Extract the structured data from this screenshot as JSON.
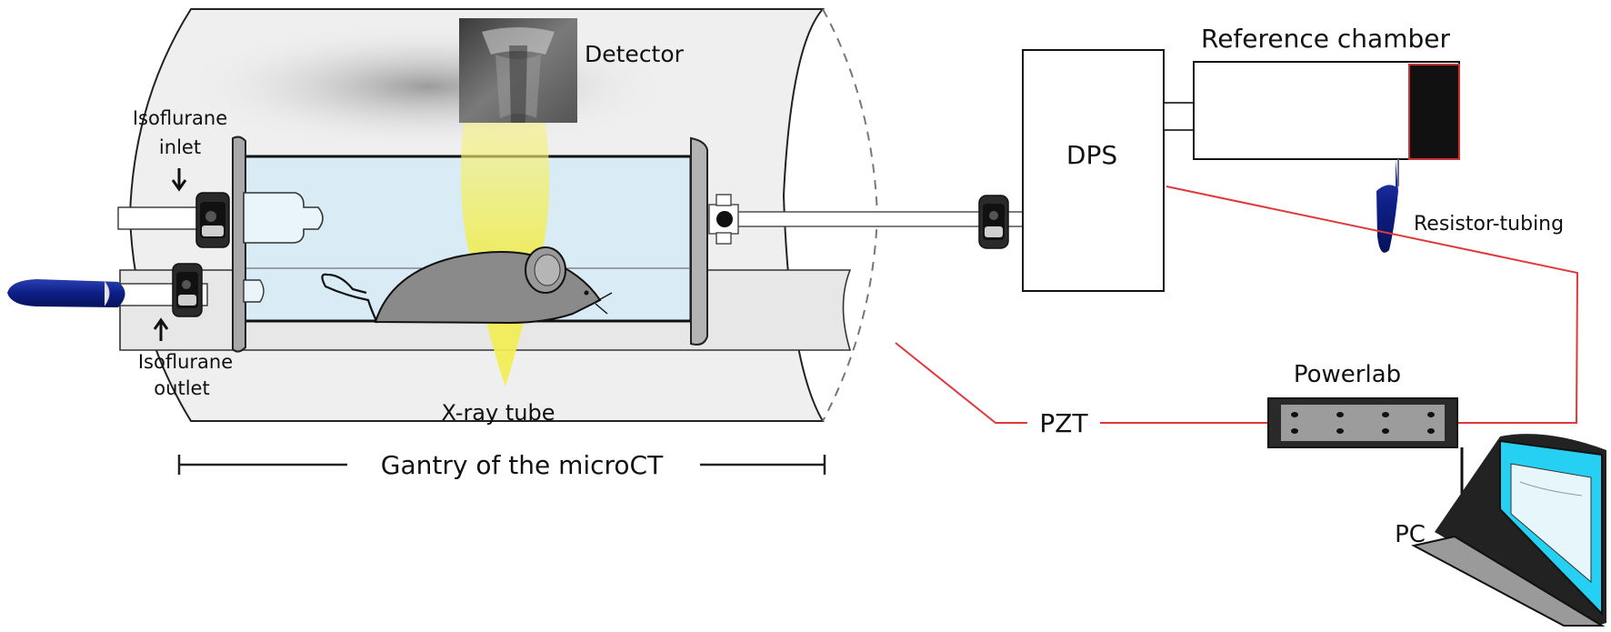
{
  "labels": {
    "detector": "Detector",
    "isoflurane_inlet_line1": "Isoflurane",
    "isoflurane_inlet_line2": "inlet",
    "isoflurane_outlet_line1": "Isoflurane",
    "isoflurane_outlet_line2": "outlet",
    "xray_tube": "X-ray tube",
    "gantry": "Gantry of the microCT",
    "dps": "DPS",
    "reference_chamber": "Reference chamber",
    "resistor_tubing": "Resistor-tubing",
    "powerlab": "Powerlab",
    "pzt": "PZT",
    "pc": "PC"
  },
  "colors": {
    "gantry_fill": "#efefef",
    "chamber_fill": "#d9ecf6",
    "beam": "#f3f06a",
    "signal_wire": "#e0393c",
    "tubing_blue": "#0d1f86",
    "mouse": "#888888",
    "screen": "#26d0f2"
  }
}
